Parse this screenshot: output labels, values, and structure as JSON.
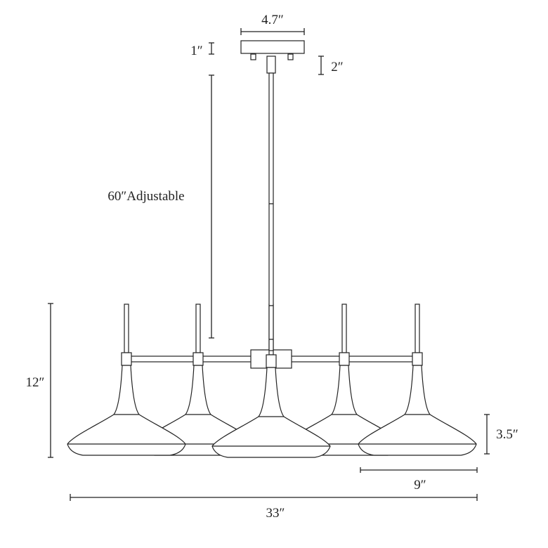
{
  "diagram": {
    "dimensions": {
      "canopy_width": "4.7″",
      "canopy_height": "1″",
      "swivel_height": "2″",
      "adjustable_height": "60″Adjustable",
      "fixture_height": "12″",
      "shade_height": "3.5″",
      "shade_width": "9″",
      "overall_width": "33″"
    },
    "colors": {
      "line": "#222222",
      "background": "#ffffff"
    }
  }
}
